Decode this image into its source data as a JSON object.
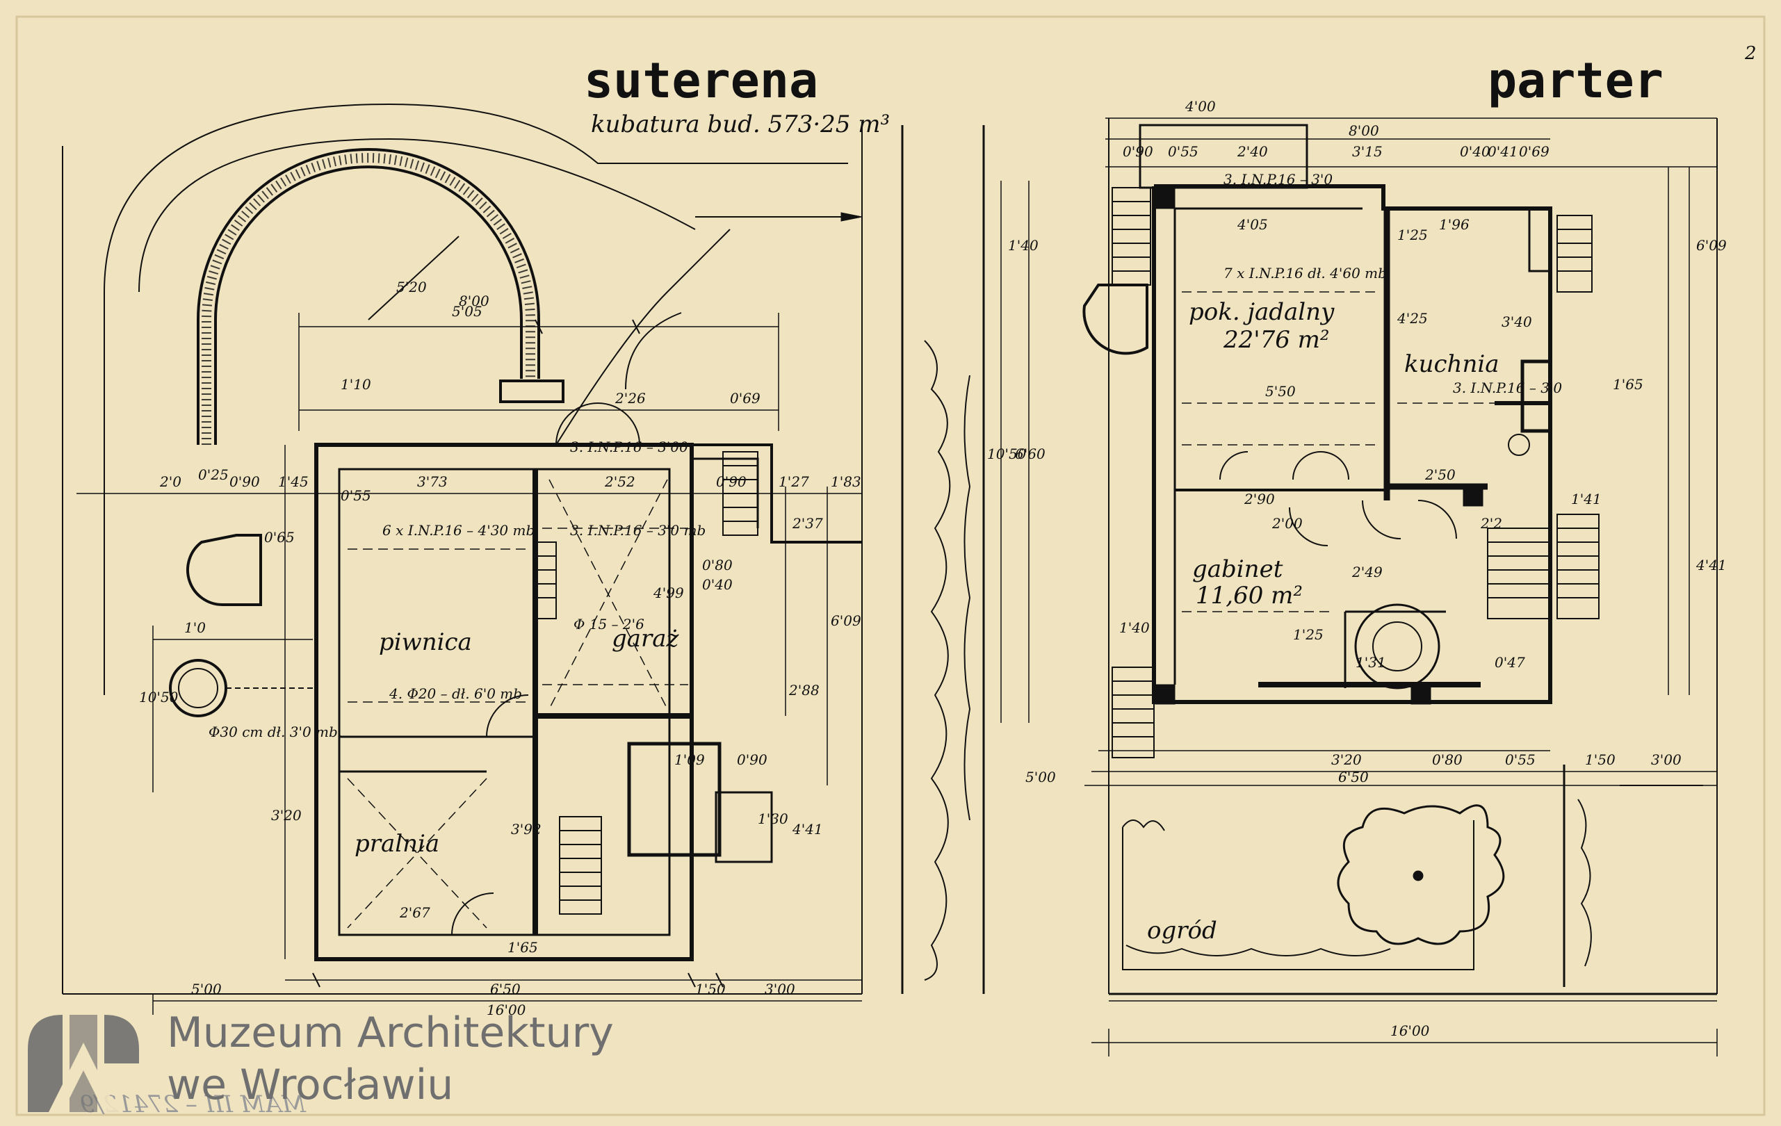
{
  "left_plan": {
    "title": "suterena",
    "subtitle": "kubatura bud. 573·25 m³",
    "rooms": {
      "piwnica": "piwnica",
      "garaz": "garaż",
      "pralnia": "pralnia"
    },
    "beams": {
      "b1": "6 x I.N.P.16 – 4'30 mb",
      "b2": "3. I.N.P.16 – 3'0 mb",
      "b3": "4. Φ20 – dł. 6'0 mb",
      "b4": "3. I.N.P.16 – 3'00",
      "b5": "Φ 15 – 2'6",
      "b6": "Φ30 cm dł. 3'0 mb."
    },
    "dims": [
      "5'05",
      "2'26",
      "0'69",
      "8'00",
      "5'20",
      "1'10",
      "3'73",
      "2'52",
      "0'90",
      "1'27",
      "1'83",
      "2'37",
      "6'09",
      "4'99",
      "2'88",
      "3'20",
      "3'92",
      "2'67",
      "1'65",
      "1'09",
      "0'90",
      "4'41",
      "1'30",
      "5'00",
      "6'50",
      "1'50",
      "3'00",
      "16'00",
      "2'0",
      "0'90",
      "1'0",
      "10'50",
      "0'25",
      "1'45",
      "0'55",
      "0'80",
      "0'40",
      "0'65"
    ]
  },
  "right_plan": {
    "title": "parter",
    "rooms": {
      "jadalny": "pok. jadalny",
      "jadalny_area": "22'76 m²",
      "kuchnia": "kuchnia",
      "gabinet": "gabinet",
      "gabinet_area": "11,60 m²",
      "ogrod": "ogród"
    },
    "beams": {
      "b1": "7 x I.N.P.16 dł. 4'60 mb",
      "b2": "3. I.N.P.16 – 3'0",
      "b3": "3. I.N.P.16 – 3'0"
    },
    "dims": [
      "4'00",
      "8'00",
      "0'90",
      "0'55",
      "2'40",
      "3'15",
      "0'40",
      "0'41",
      "0'69",
      "4'05",
      "1'25",
      "1'96",
      "6'09",
      "1'40",
      "6'60",
      "10'50",
      "5'50",
      "3'40",
      "1'65",
      "4'25",
      "2'90",
      "2'50",
      "4'41",
      "1'40",
      "3'20",
      "1'50",
      "3'00",
      "5'00",
      "6'50",
      "16'00",
      "0'80",
      "0'55",
      "2'00",
      "1'31",
      "2'49",
      "1'25",
      "0'47",
      "2'2",
      "1'41"
    ]
  },
  "sheet_number": "2",
  "archive_mark": "MAM III – 27412/9",
  "watermark": {
    "line1": "Muzeum Architektury",
    "line2": "we Wrocławiu",
    "logo": "muzeum-architektury-logo"
  },
  "colors": {
    "paper": "#f0e3c0",
    "ink": "#111111",
    "watermark": "#6f6f6f"
  }
}
